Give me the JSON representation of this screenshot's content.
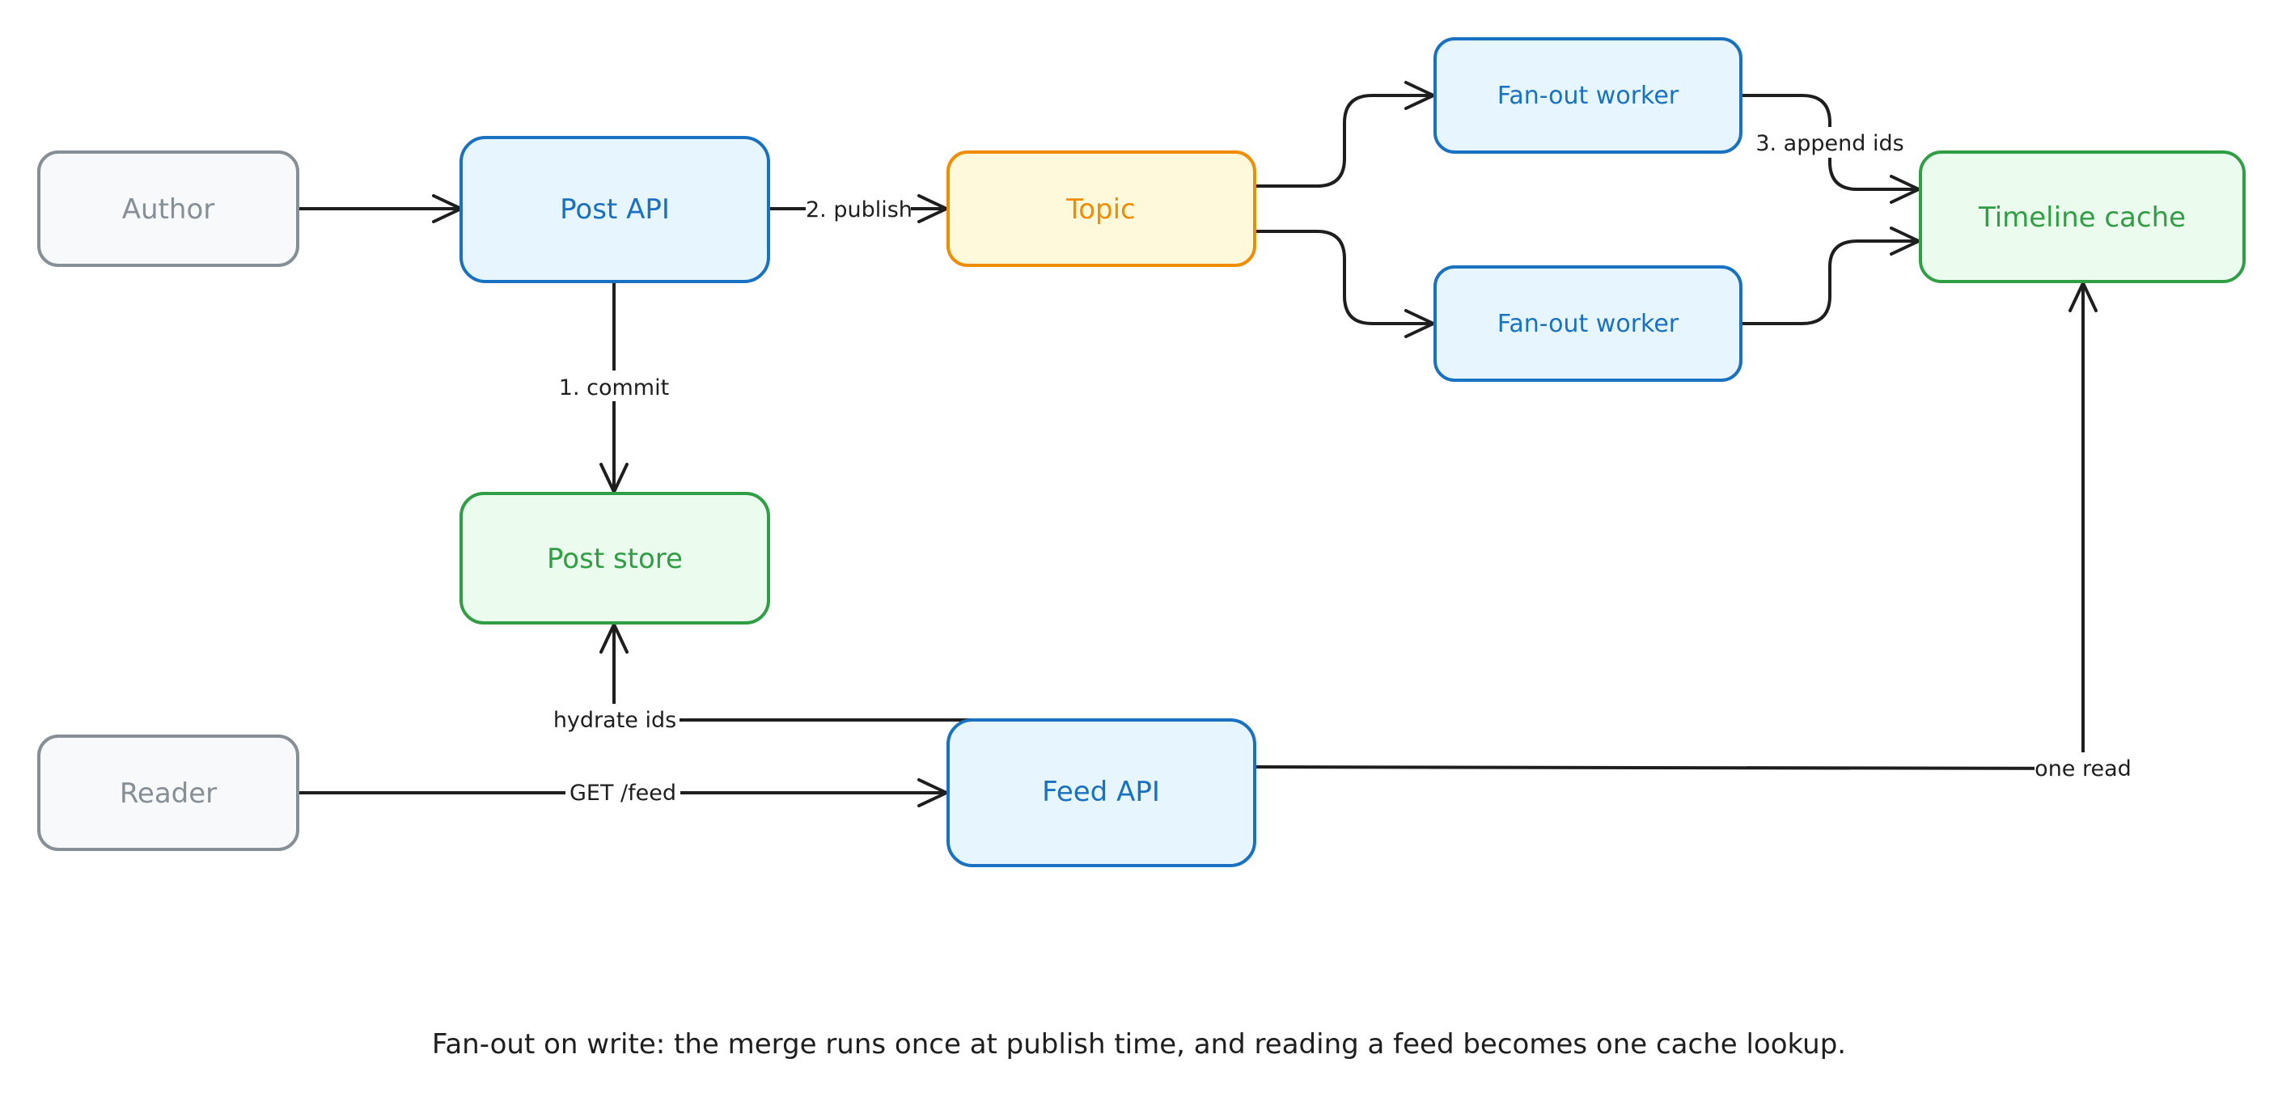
{
  "nodes": {
    "author": {
      "label": "Author",
      "stroke": "#868e96",
      "fill": "#f8f9fa",
      "text": "#868e96"
    },
    "post_api": {
      "label": "Post API",
      "stroke": "#1971c2",
      "fill": "#e7f5ff",
      "text": "#1971c2"
    },
    "topic": {
      "label": "Topic",
      "stroke": "#f08c00",
      "fill": "#fff9db",
      "text": "#f08c00"
    },
    "fanout_worker_1": {
      "label": "Fan-out worker",
      "stroke": "#1971c2",
      "fill": "#e7f5ff",
      "text": "#1971c2"
    },
    "fanout_worker_2": {
      "label": "Fan-out worker",
      "stroke": "#1971c2",
      "fill": "#e7f5ff",
      "text": "#1971c2"
    },
    "timeline_cache": {
      "label": "Timeline cache",
      "stroke": "#2f9e44",
      "fill": "#ebfbee",
      "text": "#2f9e44"
    },
    "post_store": {
      "label": "Post store",
      "stroke": "#2f9e44",
      "fill": "#ebfbee",
      "text": "#2f9e44"
    },
    "reader": {
      "label": "Reader",
      "stroke": "#868e96",
      "fill": "#f8f9fa",
      "text": "#868e96"
    },
    "feed_api": {
      "label": "Feed API",
      "stroke": "#1971c2",
      "fill": "#e7f5ff",
      "text": "#1971c2"
    }
  },
  "edges": {
    "publish": "2. publish",
    "commit": "1. commit",
    "append_ids": "3. append ids",
    "hydrate_ids": "hydrate ids",
    "get_feed": "GET /feed",
    "one_read": "one read"
  },
  "caption": "Fan-out on write: the merge runs once at publish time, and reading a feed becomes one cache lookup.",
  "colors": {
    "edge": "#1e1e1e"
  }
}
